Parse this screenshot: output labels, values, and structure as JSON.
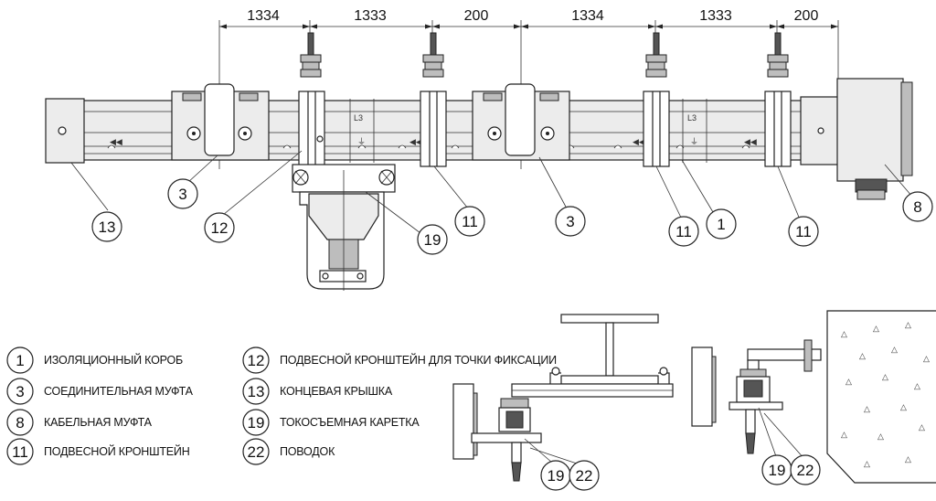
{
  "dimensions": [
    "1334",
    "1333",
    "200",
    "1334",
    "1333",
    "200"
  ],
  "callouts_top": [
    "13",
    "3",
    "12",
    "19",
    "11",
    "3",
    "11",
    "1",
    "11",
    "8"
  ],
  "callouts_bottom": [
    "19",
    "22",
    "19",
    "22"
  ],
  "labels": {
    "l3_a": "L3",
    "l3_b": "L3"
  },
  "legend_left": [
    {
      "num": "1",
      "text": "ИЗОЛЯЦИОННЫЙ КОРОБ"
    },
    {
      "num": "3",
      "text": "СОЕДИНИТЕЛЬНАЯ МУФТА"
    },
    {
      "num": "8",
      "text": "КАБЕЛЬНАЯ МУФТА"
    },
    {
      "num": "11",
      "text": "ПОДВЕСНОЙ КРОНШТЕЙН"
    }
  ],
  "legend_right": [
    {
      "num": "12",
      "text": "ПОДВЕСНОЙ КРОНШТЕЙН ДЛЯ ТОЧКИ ФИКСАЦИИ"
    },
    {
      "num": "13",
      "text": "КОНЦЕВАЯ КРЫШКА"
    },
    {
      "num": "19",
      "text": "ТОКОСЪЕМНАЯ КАРЕТКА"
    },
    {
      "num": "22",
      "text": "ПОВОДОК"
    }
  ]
}
